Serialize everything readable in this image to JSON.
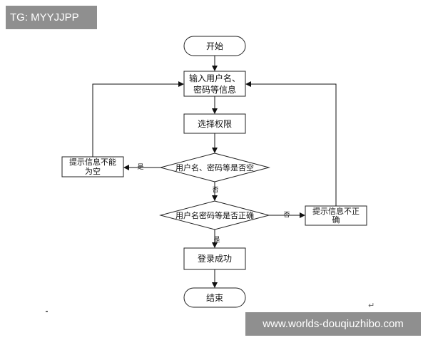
{
  "watermarks": {
    "top_left": "TG: MYYJJPP",
    "bottom_right": "www.worlds-douqiuzhibo.com"
  },
  "flowchart": {
    "start": "开始",
    "input_line1": "输入用户名、",
    "input_line2": "密码等信息",
    "select_permission": "选择权限",
    "decision_empty": "用户名、密码等是否空",
    "prompt_empty_line1": "提示信息不能",
    "prompt_empty_line2": "为空",
    "decision_correct": "用户名密码等是否正确",
    "prompt_incorrect_line1": "提示信息不正",
    "prompt_incorrect_line2": "确",
    "login_success": "登录成功",
    "end": "结束",
    "label_yes_1": "是",
    "label_no_1": "否",
    "label_no_2": "否",
    "label_yes_2": "是"
  },
  "page": {
    "return_mark": "↵"
  }
}
